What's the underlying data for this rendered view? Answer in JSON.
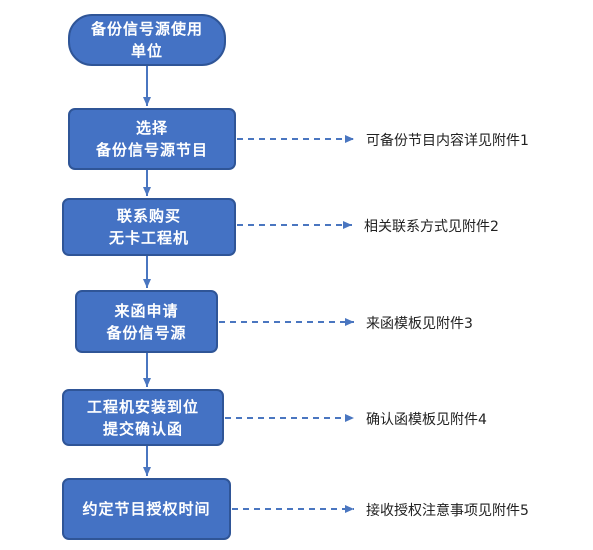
{
  "nodes": [
    {
      "lines": [
        "备份信号源使用",
        "单位"
      ]
    },
    {
      "lines": [
        "选择",
        "备份信号源节目"
      ]
    },
    {
      "lines": [
        "联系购买",
        "无卡工程机"
      ]
    },
    {
      "lines": [
        "来函申请",
        "备份信号源"
      ]
    },
    {
      "lines": [
        "工程机安装到位",
        "提交确认函"
      ]
    },
    {
      "lines": [
        "约定节目授权时间"
      ]
    }
  ],
  "notes": [
    "可备份节目内容详见附件1",
    "相关联系方式见附件2",
    "来函模板见附件3",
    "确认函模板见附件4",
    "接收授权注意事项见附件5"
  ],
  "colors": {
    "node_fill": "#4472C4",
    "node_border": "#2F5597",
    "arrow": "#4A76C0"
  }
}
